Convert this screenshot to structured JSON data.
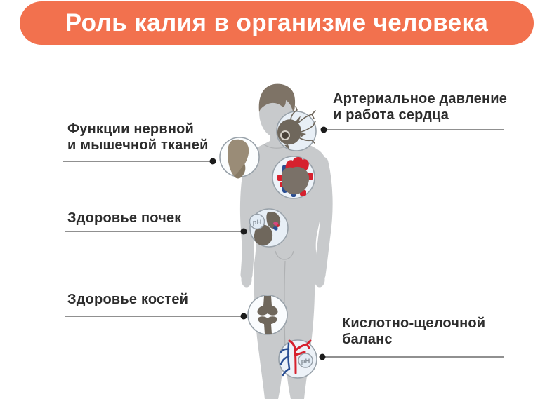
{
  "title": {
    "text": "Роль калия в организме человека"
  },
  "callouts": {
    "nerve_muscle": {
      "label": "Функции нервной\nи мышечной тканей"
    },
    "kidneys": {
      "label": "Здоровье почек"
    },
    "bones": {
      "label": "Здоровье костей"
    },
    "blood_pressure_heart": {
      "label": "Артериальное давление\nи работа сердца"
    },
    "acid_base": {
      "label": "Кислотно-щелочной\nбаланс"
    }
  },
  "badges": {
    "ph": "pH"
  },
  "colors": {
    "accent_orange": "#F2714E",
    "title_text": "#FFFFFF",
    "body_gray": "#C8CACC",
    "hair_taupe": "#7E7366",
    "organ_dark": "#6F675C",
    "heart_body": "#7A7168",
    "artery_red": "#D6212E",
    "vein_blue": "#2A4E93",
    "vessel_pink": "#D4477F",
    "label_text": "#2D2D2D",
    "circle_fill": "#E9F0F7",
    "circle_border": "#99A2AA",
    "connector_line": "#6B6B6B",
    "connector_dot": "#1C1C1C"
  }
}
